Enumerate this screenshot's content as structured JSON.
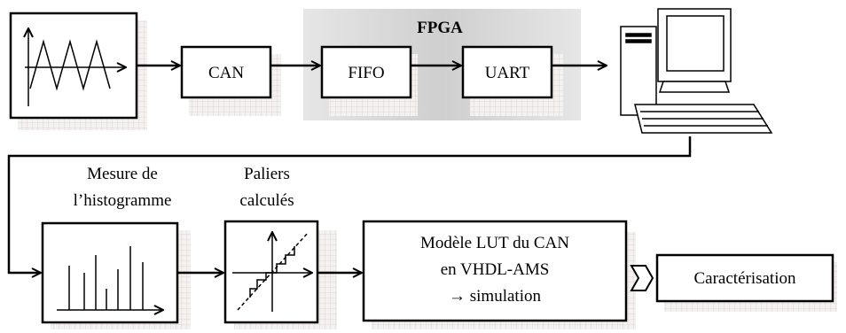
{
  "fpga": {
    "title": "FPGA"
  },
  "row1": {
    "can": "CAN",
    "fifo": "FIFO",
    "uart": "UART"
  },
  "row2": {
    "histogram_label_line1": "Mesure de",
    "histogram_label_line2": "l’histogramme",
    "steps_label_line1": "Paliers",
    "steps_label_line2": "calculés",
    "model_line1": "Modèle LUT du CAN",
    "model_line2": "en VHDL-AMS",
    "model_line3": "→ simulation",
    "characterisation": "Caractérisation"
  }
}
